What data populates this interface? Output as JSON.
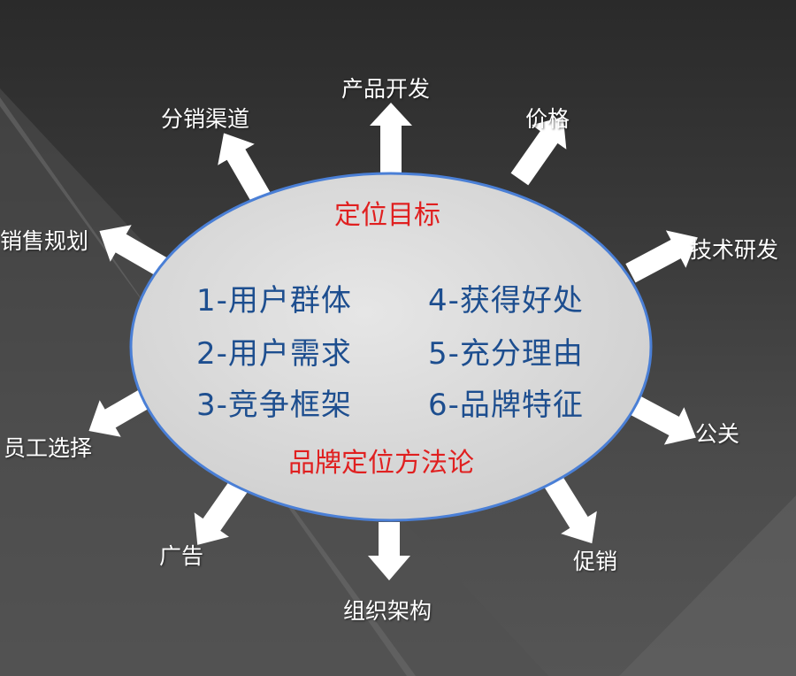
{
  "diagram": {
    "center_title": "定位目标",
    "center_footer": "品牌定位方法论",
    "items": [
      "1-用户群体",
      "2-用户需求",
      "3-竞争框架",
      "4-获得好处",
      "5-充分理由",
      "6-品牌特征"
    ],
    "spokes": [
      "产品开发",
      "价格",
      "技术研发",
      "公关",
      "促销",
      "组织架构",
      "广告",
      "员工选择",
      "销售规划",
      "分销渠道"
    ]
  },
  "colors": {
    "ellipse_fill": "#dcdcdc",
    "ellipse_stroke": "#4a7fd6",
    "item_text": "#1d4e8f",
    "accent_red": "#e02020",
    "arrow": "#ffffff"
  }
}
